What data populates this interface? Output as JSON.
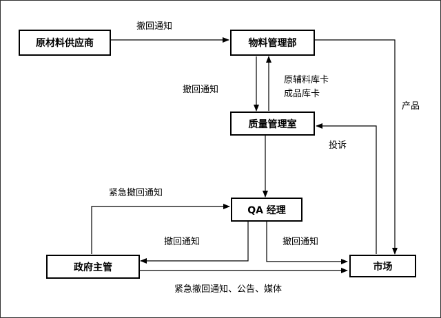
{
  "diagram": {
    "nodes": {
      "supplier": "原材料供应商",
      "materials_dept": "物料管理部",
      "quality_office": "质量管理室",
      "qa_manager": "QA 经理",
      "gov_authority": "政府主管",
      "market": "市场"
    },
    "edge_labels": {
      "supplier_to_materials": "撤回通知",
      "materials_to_quality": "撤回通知",
      "quality_to_materials_line1": "原辅料库卡",
      "quality_to_materials_line2": "成品库卡",
      "materials_to_market": "产品",
      "market_to_quality": "投诉",
      "gov_to_qa": "紧急撤回通知",
      "qa_to_gov": "撤回通知",
      "qa_to_market": "撤回通知",
      "gov_to_market": "紧急撤回通知、公告、媒体"
    }
  }
}
